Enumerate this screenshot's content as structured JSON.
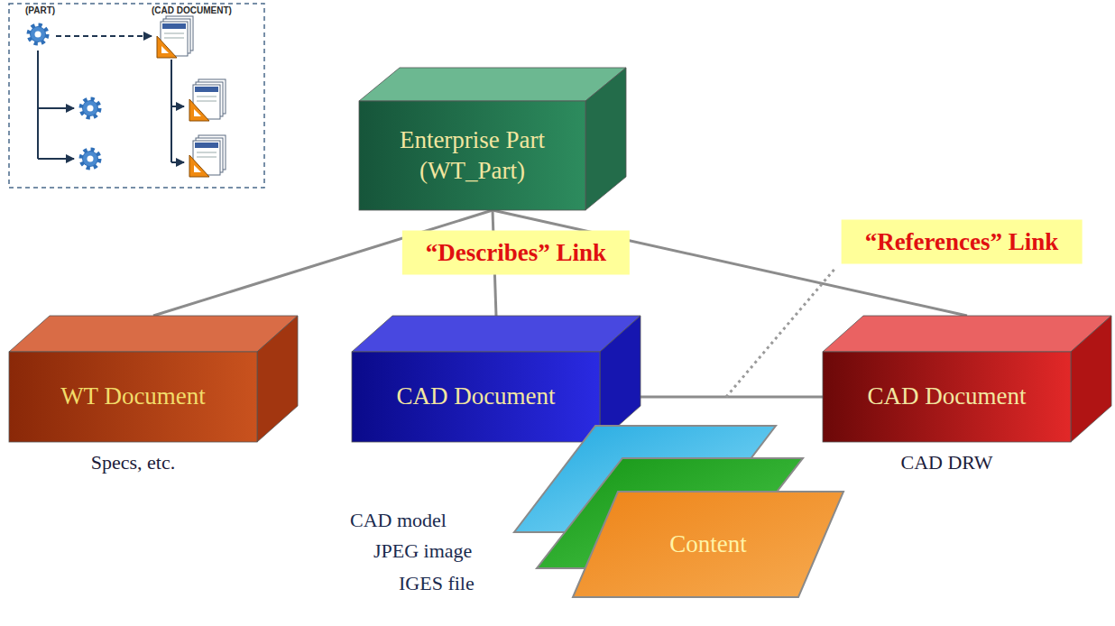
{
  "diagram": {
    "nodes": [
      {
        "text": [
          "Enterprise Part (WT_Part)"
        ]
      },
      {
        "text": [
          "WT Document",
          "Specs, etc."
        ]
      },
      {
        "text": [
          "CAD Document"
        ]
      },
      {
        "text": [
          "CAD Document",
          "CAD DRW"
        ]
      },
      {
        "text": [
          "Content"
        ]
      }
    ],
    "edges": [
      {
        "from": 0,
        "to": 1,
        "arrow": "none"
      },
      {
        "from": 0,
        "to": 2,
        "label": "“Describes” Link",
        "arrow": "none"
      },
      {
        "from": 0,
        "to": 3,
        "arrow": "none"
      },
      {
        "from": 2,
        "to": 3,
        "label": "“References” Link",
        "arrow": "none"
      }
    ],
    "labels": [
      "(PART)",
      "(CAD DOCUMENT)",
      "CAD model",
      "JPEG image",
      "IGES file"
    ]
  }
}
